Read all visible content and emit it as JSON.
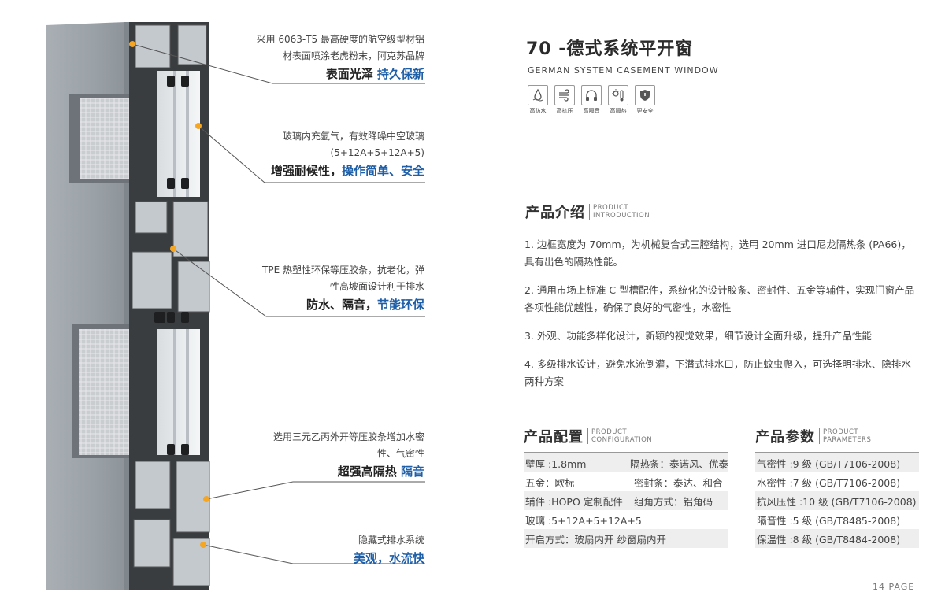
{
  "callouts": [
    {
      "note1": "采用 6063-T5 最高硬度的航空级型材铝",
      "note2": "材表面喷涂老虎粉末，阿克苏品牌",
      "head_black": "表面光泽 ",
      "head_blue": "持久保新"
    },
    {
      "note1": "玻璃内充氩气，有效降噪中空玻璃",
      "note2": "(5+12A+5+12A+5)",
      "head_black": "增强耐候性，",
      "head_blue": "操作简单、安全"
    },
    {
      "note1": "TPE 热塑性环保等压胶条，抗老化，弹",
      "note2": "性高坡面设计利于排水",
      "head_black": "防水、隔音，",
      "head_blue": "节能环保"
    },
    {
      "note1": "选用三元乙丙外开等压胶条增加水密",
      "note2": "性、气密性",
      "head_black": "超强高隔热 ",
      "head_blue": "隔音"
    },
    {
      "note1": "隐藏式排水系统",
      "note2": "",
      "head_black": "",
      "head_blue": "美观，水流快"
    }
  ],
  "title": "70 -德式系统平开窗",
  "subtitle": "GERMAN SYSTEM CASEMENT WINDOW",
  "features": [
    {
      "icon": "water-drop-icon",
      "label": "高防水"
    },
    {
      "icon": "wind-icon",
      "label": "高抗压"
    },
    {
      "icon": "headphones-icon",
      "label": "高隔音"
    },
    {
      "icon": "sun-thermometer-icon",
      "label": "高隔热"
    },
    {
      "icon": "shield-icon",
      "label": "更安全"
    }
  ],
  "intro": {
    "title_zh": "产品介绍",
    "title_en1": "PRODUCT",
    "title_en2": "INTRODUCTION",
    "paragraphs": [
      "1. 边框宽度为 70mm，为机械复合式三腔结构，选用 20mm 进口尼龙隔热条 (PA66)，具有出色的隔热性能。",
      "2. 通用市场上标准 C 型槽配件，系统化的设计胶条、密封件、五金等辅件，实现门窗产品各项性能优越性，确保了良好的气密性，水密性",
      "3. 外观、功能多样化设计，新颖的视觉效果，细节设计全面升级，提升产品性能",
      "4. 多级排水设计，避免水流倒灌，下潜式排水口，防止蚊虫爬入，可选择明排水、隐排水两种方案"
    ]
  },
  "config": {
    "title_zh": "产品配置",
    "title_en1": "PRODUCT",
    "title_en2": "CONFIGURATION",
    "rows": [
      [
        "壁厚 :1.8mm",
        "隔热条：泰诺风、优泰"
      ],
      [
        "五金：欧标",
        "密封条：泰达、和合"
      ],
      [
        "辅件 :HOPO 定制配件",
        "组角方式：铝角码"
      ],
      [
        "玻璃 :5+12A+5+12A+5",
        ""
      ],
      [
        "开启方式：玻扇内开 纱窗扇内开",
        ""
      ]
    ]
  },
  "params": {
    "title_zh": "产品参数",
    "title_en1": "PRODUCT",
    "title_en2": "PARAMETERS",
    "rows": [
      "气密性 :9 级 (GB/T7106-2008)",
      "水密性 :7 级 (GB/T7106-2008)",
      "抗风压性 :10 级 (GB/T7106-2008)",
      "隔音性 :5 级 (GB/T8485-2008)",
      "保温性 :8 级 (GB/T8484-2008)"
    ]
  },
  "page_label": "14 PAGE",
  "colors": {
    "accent_blue": "#1f5fa8",
    "dot_orange": "#f5a623",
    "frame_gray": "#9aa1a7"
  }
}
